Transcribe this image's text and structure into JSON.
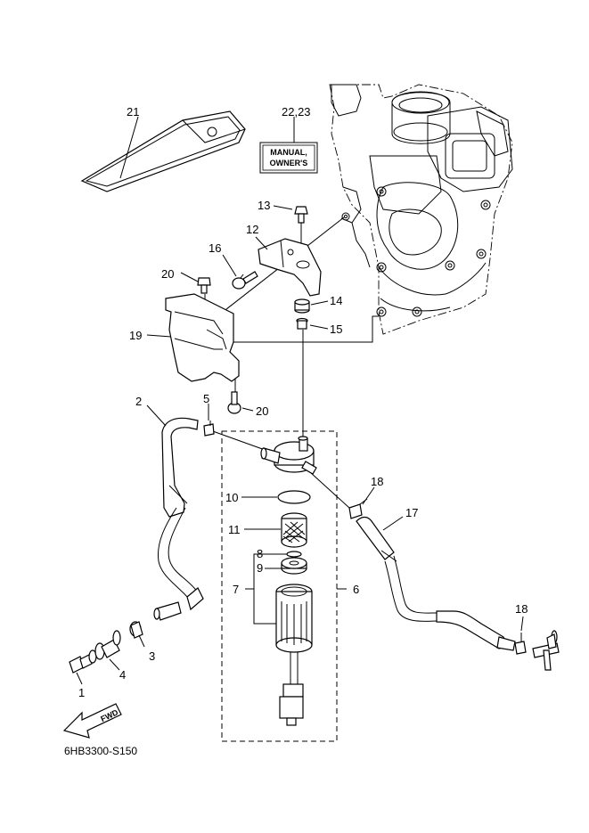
{
  "diagram": {
    "drawing_code": "6HB3300-S150",
    "manual_label_line1": "MANUAL,",
    "manual_label_line2": "OWNER'S",
    "fwd_label": "FWD",
    "callouts": {
      "c1": "1",
      "c2": "2",
      "c3": "3",
      "c4": "4",
      "c5": "5",
      "c6": "6",
      "c7": "7",
      "c8": "8",
      "c9": "9",
      "c10": "10",
      "c11": "11",
      "c12": "12",
      "c13": "13",
      "c14": "14",
      "c15": "15",
      "c16": "16",
      "c17": "17",
      "c18a": "18",
      "c18b": "18",
      "c19": "19",
      "c20a": "20",
      "c20b": "20",
      "c21": "21",
      "c22_23": "22,23"
    }
  }
}
